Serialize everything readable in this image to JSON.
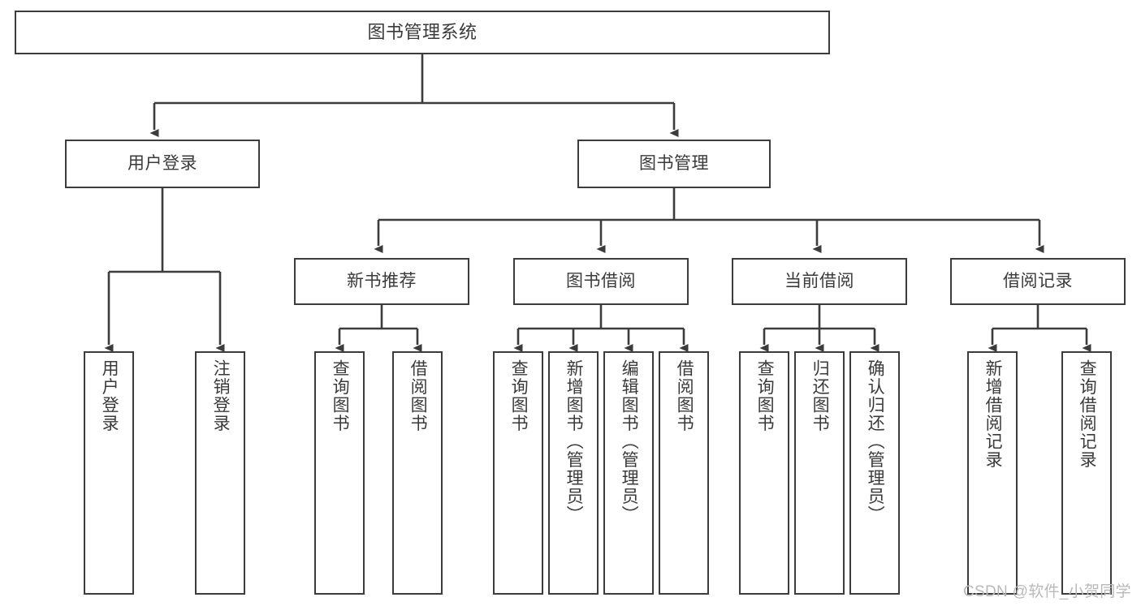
{
  "diagram": {
    "title": "图书管理系统",
    "type": "hierarchy-tree",
    "colors": {
      "box_border": "#3c3c3c",
      "box_fill": "#ffffff",
      "text": "#3a3a3a",
      "connector": "#3c3c3c",
      "watermark": "#b9b9b9",
      "background": "#ffffff"
    },
    "nodes": {
      "root": {
        "label": "图书管理系统"
      },
      "level2": [
        {
          "label": "用户登录"
        },
        {
          "label": "图书管理"
        }
      ],
      "level3": [
        {
          "label": "新书推荐"
        },
        {
          "label": "图书借阅"
        },
        {
          "label": "当前借阅"
        },
        {
          "label": "借阅记录"
        }
      ],
      "leaves": {
        "user_login": [
          {
            "label": "用户登录"
          },
          {
            "label": "注销登录"
          }
        ],
        "new_book_recommend": [
          {
            "label": "查询图书"
          },
          {
            "label": "借阅图书"
          }
        ],
        "book_borrow": [
          {
            "label": "查询图书"
          },
          {
            "label": "新增图书（管理员）"
          },
          {
            "label": "编辑图书（管理员）"
          },
          {
            "label": "借阅图书"
          }
        ],
        "current_borrow": [
          {
            "label": "查询图书"
          },
          {
            "label": "归还图书"
          },
          {
            "label": "确认归还（管理员）"
          }
        ],
        "borrow_record": [
          {
            "label": "新增借阅记录"
          },
          {
            "label": "查询借阅记录"
          }
        ]
      }
    },
    "watermark": "CSDN @软件_小贺同学"
  }
}
